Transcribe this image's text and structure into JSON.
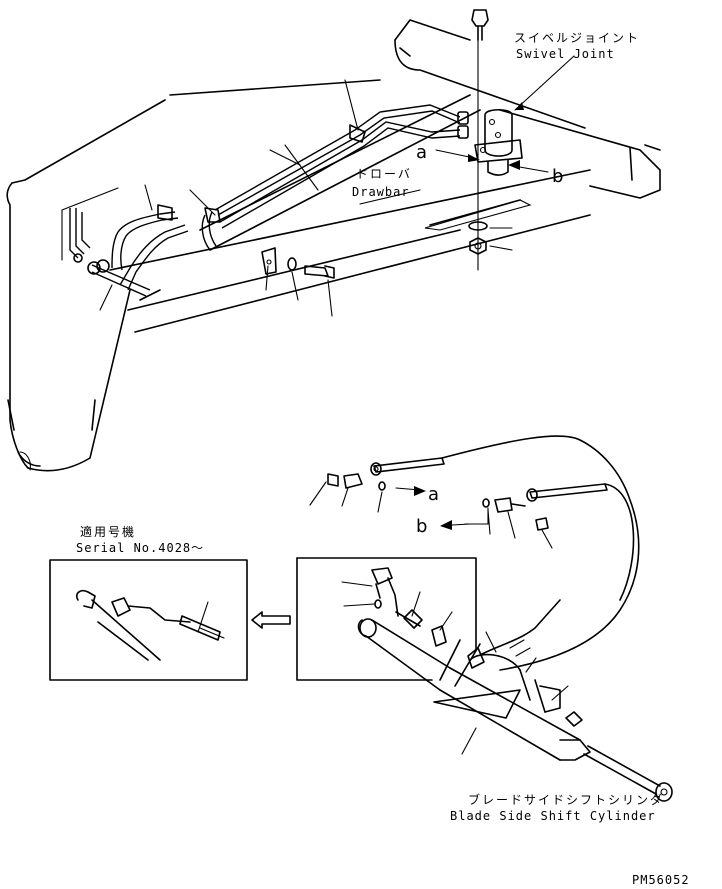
{
  "labels": {
    "swivel_jp": "スイベルジョイント",
    "swivel_en": "Swivel Joint",
    "drawbar_jp": "ドローバ",
    "drawbar_en": "Drawbar",
    "a": "a",
    "b": "b",
    "serial_jp": "適用号機",
    "serial_en": "Serial No.4028～",
    "cylinder_jp": "ブレードサイドシフトシリンダ",
    "cylinder_en": "Blade Side Shift Cylinder",
    "part_code": "PM56052"
  }
}
